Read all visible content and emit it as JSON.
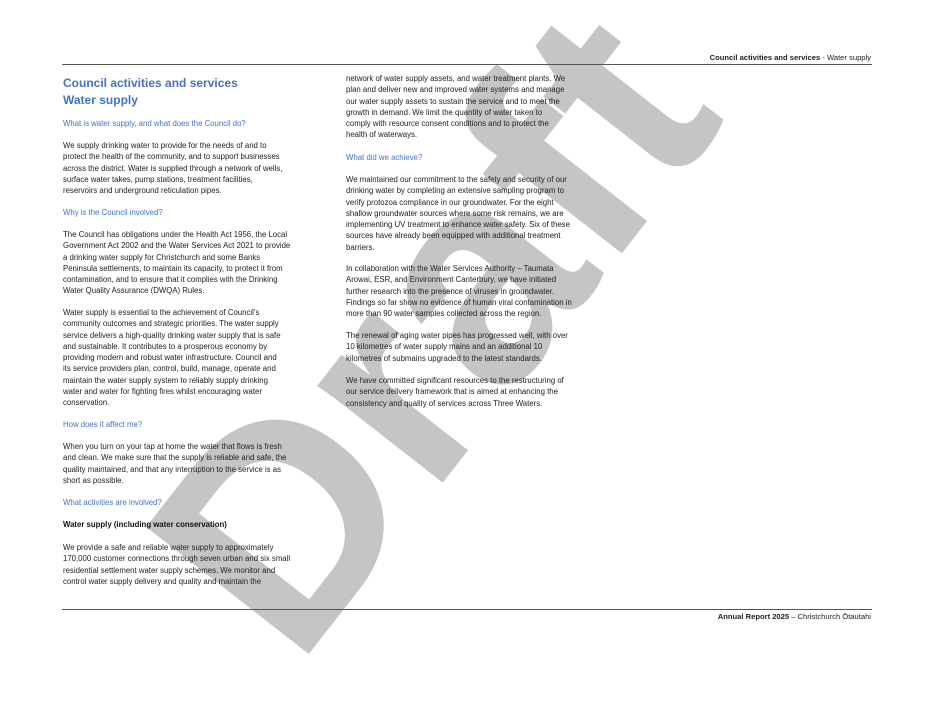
{
  "header": {
    "section_bold": "Council activities and services",
    "section_rest": " - Water supply"
  },
  "footer": {
    "report_bold": "Annual Report 2025",
    "report_rest": " – Christchurch Ōtautahi"
  },
  "watermark": "Draft",
  "title": {
    "line1": "Council activities and services",
    "line2": "Water supply"
  },
  "left": {
    "h1": "What is water supply, and what does the Council do?",
    "p1": "We supply drinking water to provide for the needs of and to\nprotect the health of the community, and to support businesses\nacross the district. Water is supplied through a network of wells,\nsurface water takes, pump stations, treatment facilities,\nreservoirs and underground reticulation pipes.",
    "h2": "Why is the Council involved?",
    "p2": "The Council has obligations under the Health Act 1956, the Local\nGovernment Act 2002 and the Water Services Act 2021 to provide\na drinking water supply for Christchurch and some Banks\nPeninsula settlements, to maintain its capacity, to protect it from\ncontamination, and to ensure that it complies with the Drinking\nWater Quality Assurance (DWQA) Rules.",
    "p3": "Water supply is essential to the achievement of Council’s\ncommunity outcomes and strategic priorities.   The water supply\nservice delivers a high-quality drinking water supply that is safe\nand sustainable. It contributes to a prosperous economy by\nproviding modern and robust water infrastructure. Council and\nits service providers plan, control, build, manage, operate and\nmaintain the water supply system to reliably supply drinking\nwater and water for fighting fires whilst encouraging water\nconservation.",
    "h3": "How does it affect me?",
    "p4": "When you turn on your tap at home the water that flows is fresh\nand clean. We make sure that the supply is reliable and safe, the\nquality maintained, and that any interruption to the service is as\nshort as possible.",
    "h4": "What activities are involved?",
    "sub": "Water supply (including water conservation)",
    "p5": "We provide a safe and reliable water supply to approximately\n170,000 customer connections through seven urban and six small\nresidential settlement water supply schemes. We monitor and\ncontrol water supply delivery and quality and maintain the"
  },
  "right": {
    "p1": "network of water supply assets, and water treatment plants. We\nplan and deliver new and improved water systems and manage\nour water supply assets to sustain the service and to meet the\ngrowth in demand. We limit the quantity of water taken to\ncomply with resource consent conditions and to protect the\nhealth of waterways.",
    "h1": "What did we achieve?",
    "p2": "We maintained our commitment to the safety and security of our\ndrinking water by completing an extensive sampling program to\nverify protozoa compliance in our groundwater. For the eight\nshallow groundwater sources where some risk remains, we are\nimplementing UV treatment to enhance water safety. Six of these\nsources have already been equipped with additional treatment\nbarriers.",
    "p3": "In collaboration with the Water Services Authority – Taumata\nArowai, ESR, and Environment Canterbury, we have initiated\nfurther research into the presence of viruses in groundwater.\nFindings so far show no evidence of human viral contamination in\nmore than 90 water samples collected across the region.",
    "p4": "The renewal of aging water pipes has progressed well, with over\n10 kilometres of water supply mains and an additional 10\nkilometres of submains upgraded to the latest standards.",
    "p5": "We have committed significant resources to the restructuring of\nour service delivery framework that is aimed at enhancing the\nconsistency and quality of services across Three Waters."
  },
  "colors": {
    "heading": "#4472c4",
    "watermark": "#969696"
  }
}
